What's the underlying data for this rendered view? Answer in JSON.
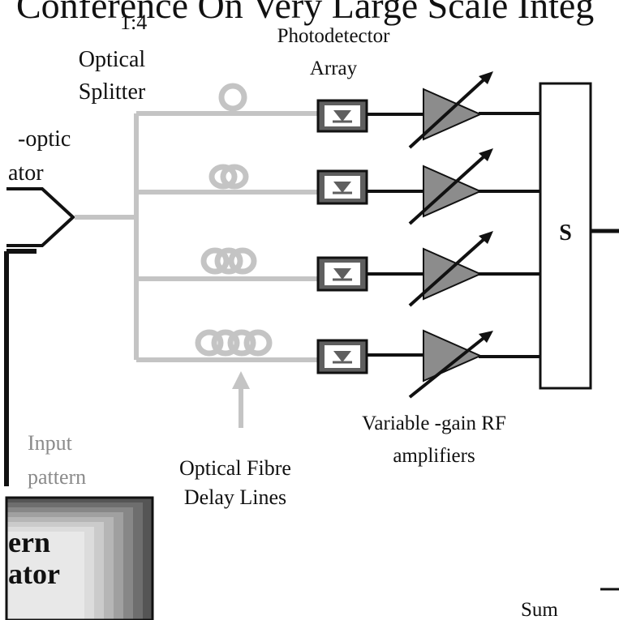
{
  "header": {
    "title": "Conference On Very Large Scale Integ"
  },
  "labels": {
    "ratio": "1:4",
    "splitter_line1": "Optical",
    "splitter_line2": "Splitter",
    "photodetector_line1": "Photodetector",
    "photodetector_line2": "Array",
    "modulator_line1": "-optic",
    "modulator_line2": "ator",
    "summer": "S",
    "amplifiers_line1": "Variable -gain RF",
    "amplifiers_line2": "amplifiers",
    "input_line1": "Input",
    "input_line2": "pattern",
    "delay_line1": "Optical Fibre",
    "delay_line2": "Delay Lines",
    "generator_line1": "ern",
    "generator_line2": "ator",
    "sum": "Sum"
  },
  "colors": {
    "fibre": "#c4c4c4",
    "electrical": "#111111",
    "photodetector_box": "#5f5f5f",
    "amplifier": "#8c8c8c",
    "input_label": "#8a8a8a"
  }
}
